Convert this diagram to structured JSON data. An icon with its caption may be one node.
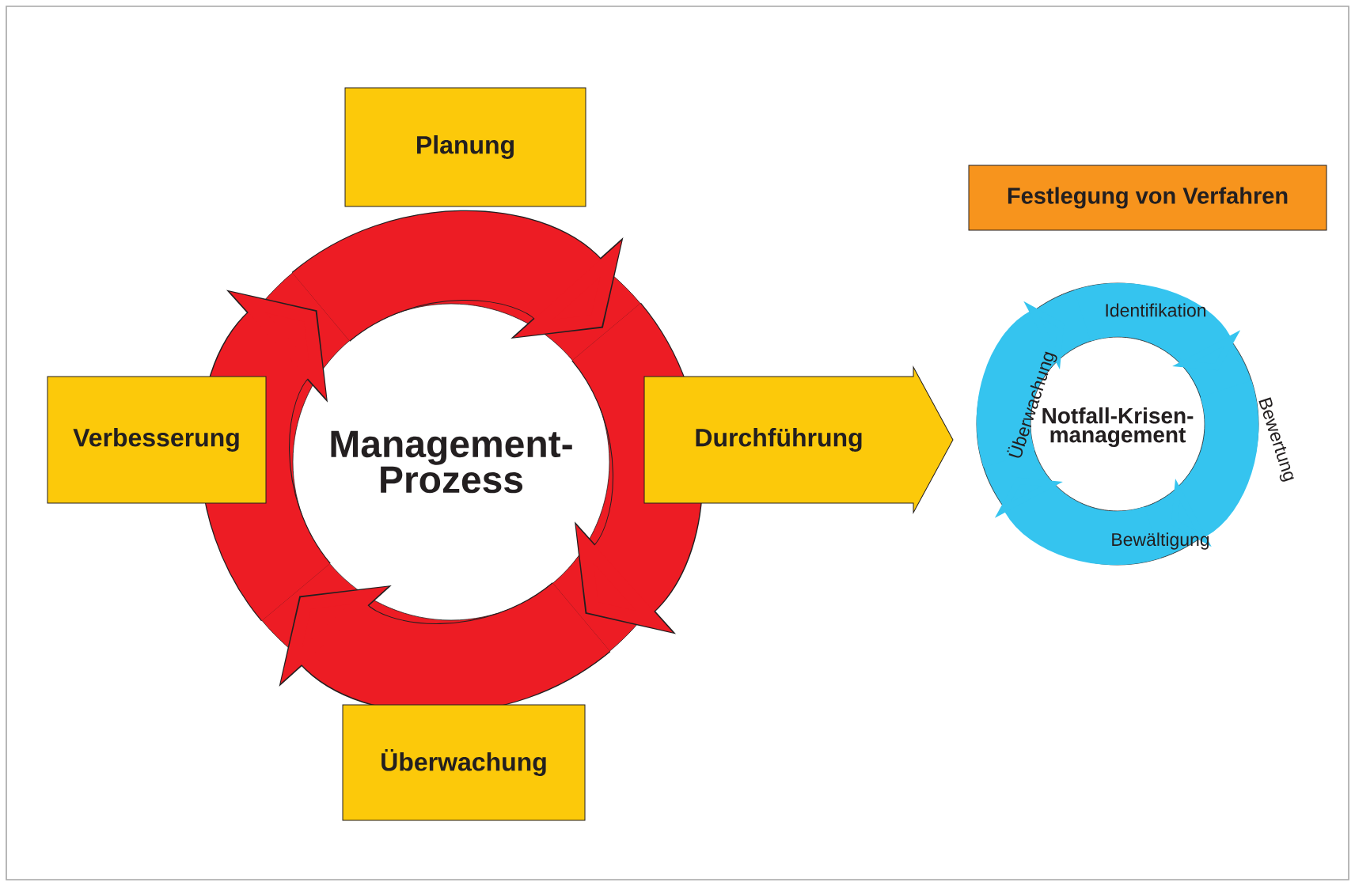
{
  "diagram": {
    "nodes": [
      {
        "text": [
          "Planung"
        ]
      },
      {
        "text": [
          "Verbesserung"
        ]
      },
      {
        "text": [
          "Management- Prozess"
        ]
      },
      {
        "text": [
          "Durchführung"
        ]
      },
      {
        "text": [
          "Überwachung"
        ]
      },
      {
        "text": [
          "Festlegung von Verfahren"
        ]
      },
      {
        "text": [
          "Notfall-Krisen- management"
        ]
      }
    ],
    "labels": [
      "Identifikation",
      "Überwachung",
      "Bewertung",
      "Bewältigung"
    ]
  }
}
